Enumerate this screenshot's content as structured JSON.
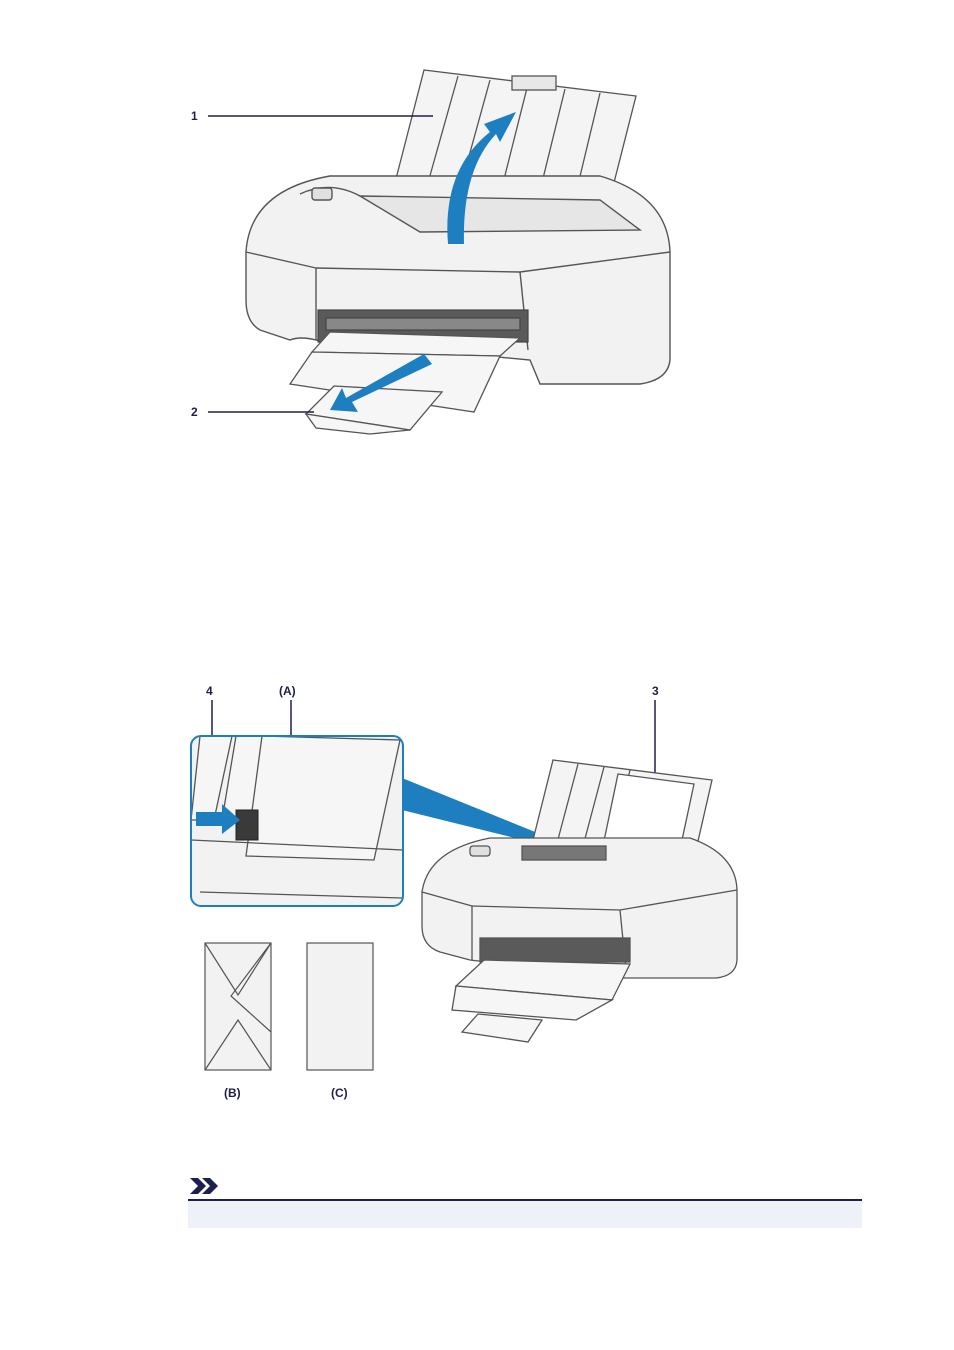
{
  "figure_top": {
    "callouts": [
      {
        "id": "1",
        "text": "1"
      },
      {
        "id": "2",
        "text": "2"
      }
    ]
  },
  "figure_bottom": {
    "callouts": [
      {
        "id": "4",
        "text": "4"
      },
      {
        "id": "A",
        "text": "(A)"
      },
      {
        "id": "3",
        "text": "3"
      },
      {
        "id": "B",
        "text": "(B)"
      },
      {
        "id": "C",
        "text": "(C)"
      }
    ]
  },
  "colors": {
    "arrow_blue": "#1d7fc0",
    "label_navy": "#1f1f4f",
    "printer_body": "#f2f2f2",
    "outline": "#555555",
    "note_bg": "#eef1f7"
  },
  "note": {
    "icon": "double-chevron-note-icon"
  }
}
